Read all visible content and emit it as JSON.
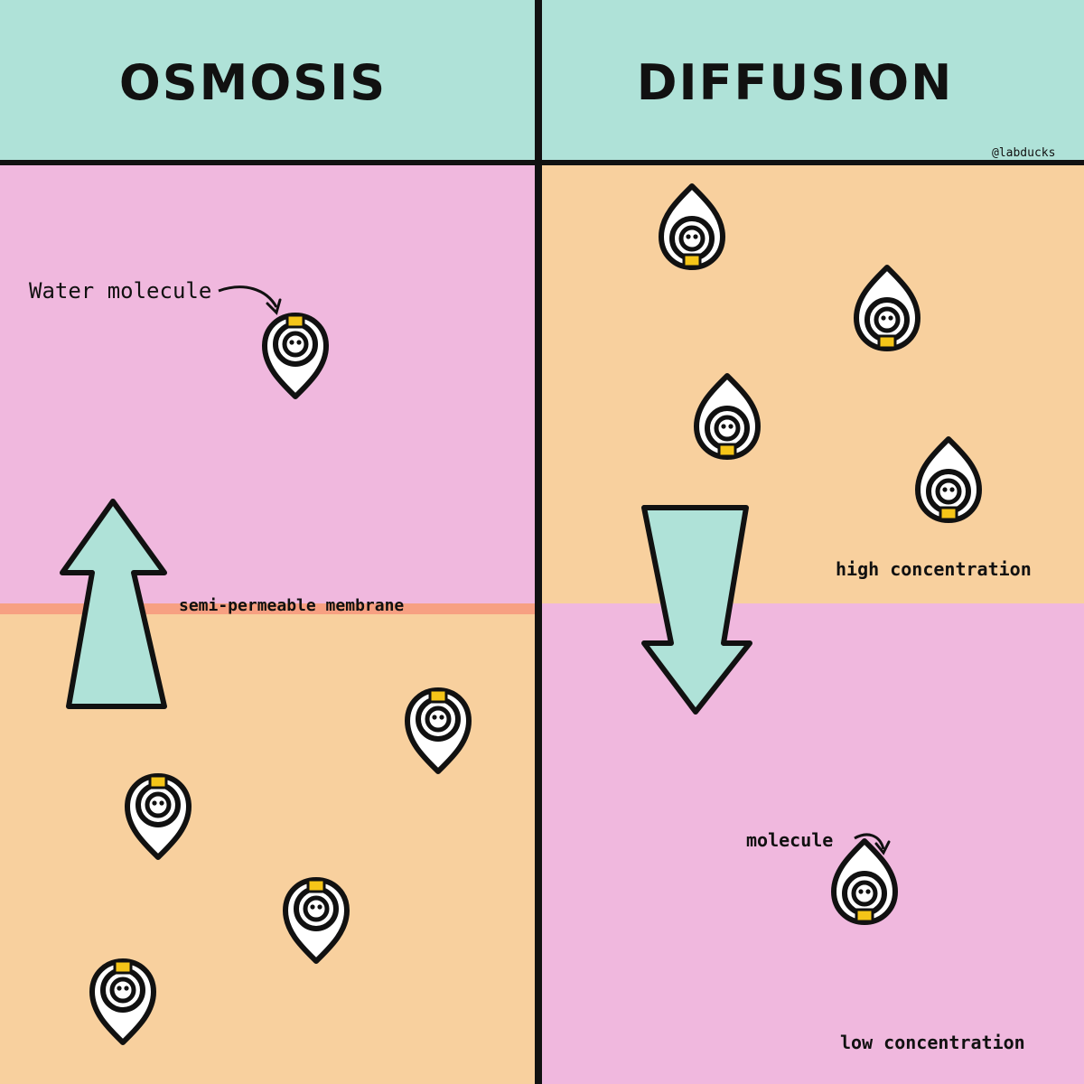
{
  "colors": {
    "header": "#afe2d8",
    "pink": "#f0b8de",
    "peach": "#f8d09e",
    "membrane": "#f7a082",
    "line": "#111111",
    "arrow": "#afe2d8",
    "beak": "#f5c518"
  },
  "osmosis": {
    "title": "OSMOSIS",
    "water_label": "Water molecule",
    "membrane_label": "semi-permeable membrane"
  },
  "diffusion": {
    "title": "DIFFUSION",
    "molecule_label": "molecule",
    "high_label": "high concentration",
    "low_label": "low concentration"
  },
  "credit": "@labducks",
  "icons": {
    "molecule": "duck-droplet-icon",
    "osmosis_arrow": "arrow-up-icon",
    "diffusion_arrow": "arrow-down-icon"
  }
}
